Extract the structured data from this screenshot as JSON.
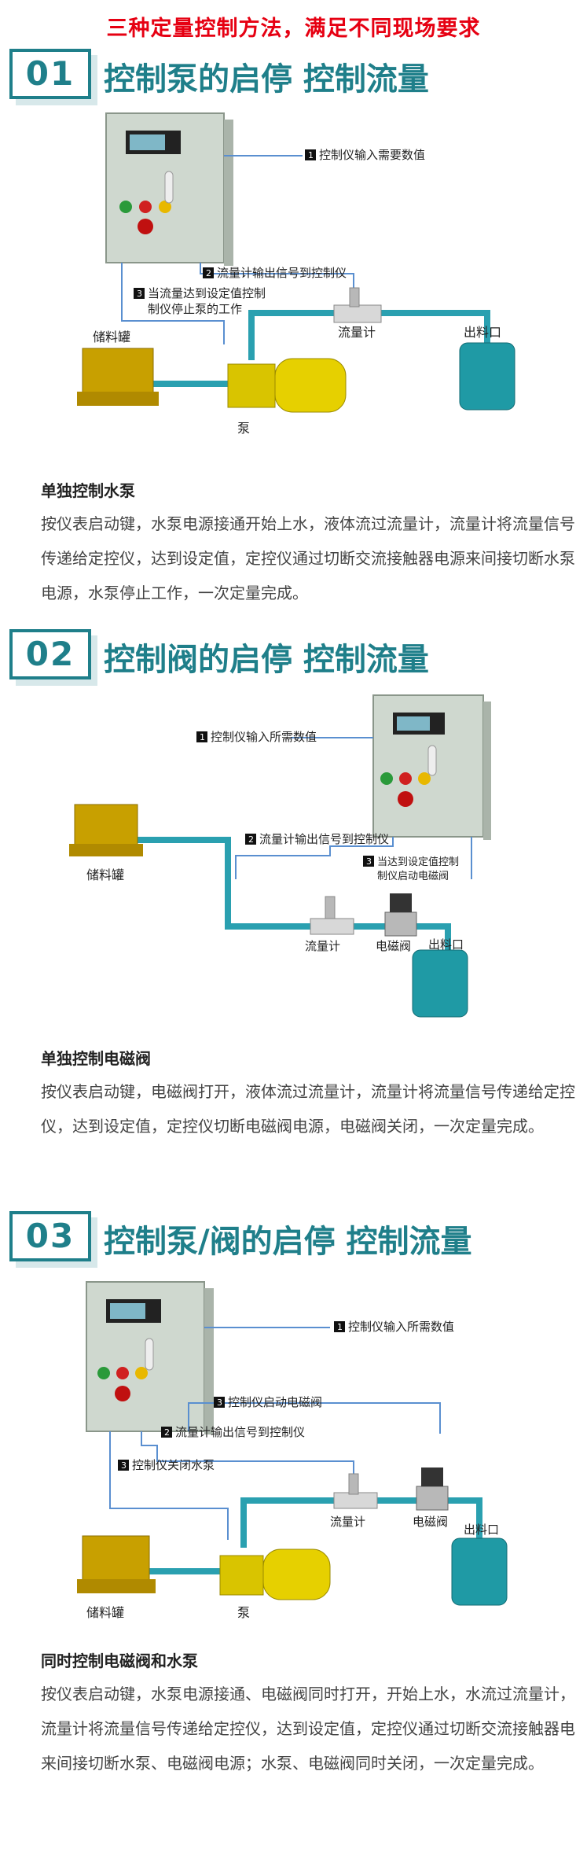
{
  "header": {
    "title": "三种定量控制方法，满足不同现场要求"
  },
  "sections": [
    {
      "number": "01",
      "title": "控制泵的启停 控制流量",
      "diagram": {
        "step1": "控制仪输入需要数值",
        "step2": "流量计输出信号到控制仪",
        "step3_line1": "当流量达到设定值控制",
        "step3_line2": "制仪停止泵的工作",
        "tank": "储料罐",
        "pump": "泵",
        "flowmeter": "流量计",
        "outlet": "出料口"
      },
      "subtitle": "单独控制水泵",
      "text": "按仪表启动键，水泵电源接通开始上水，液体流过流量计，流量计将流量信号传递给定控仪，达到设定值，定控仪通过切断交流接触器电源来间接切断水泵电源，水泵停止工作，一次定量完成。"
    },
    {
      "number": "02",
      "title": "控制阀的启停 控制流量",
      "diagram": {
        "step1": "控制仪输入所需数值",
        "step2": "流量计输出信号到控制仪",
        "step3_line1": "当达到设定值控制",
        "step3_line2": "制仪启动电磁阀",
        "tank": "储料罐",
        "flowmeter": "流量计",
        "valve": "电磁阀",
        "outlet": "出料口"
      },
      "subtitle": "单独控制电磁阀",
      "text": "按仪表启动键，电磁阀打开，液体流过流量计，流量计将流量信号传递给定控仪，达到设定值，定控仪切断电磁阀电源，电磁阀关闭，一次定量完成。"
    },
    {
      "number": "03",
      "title": "控制泵/阀的启停 控制流量",
      "diagram": {
        "step1": "控制仪输入所需数值",
        "step2": "流量计输出信号到控制仪",
        "step3a": "控制仪启动电磁阀",
        "step3b": "控制仪关闭水泵",
        "tank": "储料罐",
        "pump": "泵",
        "flowmeter": "流量计",
        "valve": "电磁阀",
        "outlet": "出料口"
      },
      "subtitle": "同时控制电磁阀和水泵",
      "text": "按仪表启动键，水泵电源接通、电磁阀同时打开，开始上水，水流过流量计，流量计将流量信号传递给定控仪，达到设定值，定控仪通过切断交流接触器电来间接切断水泵、电磁阀电源；水泵、电磁阀同时关闭，一次定量完成。"
    }
  ],
  "colors": {
    "teal": "#1f7f8a",
    "red": "#e60012",
    "pipe": "#2aa0b0",
    "tank": "#c8a000",
    "outlet": "#1f9aa5",
    "cabinet": "#cfd8cf"
  }
}
